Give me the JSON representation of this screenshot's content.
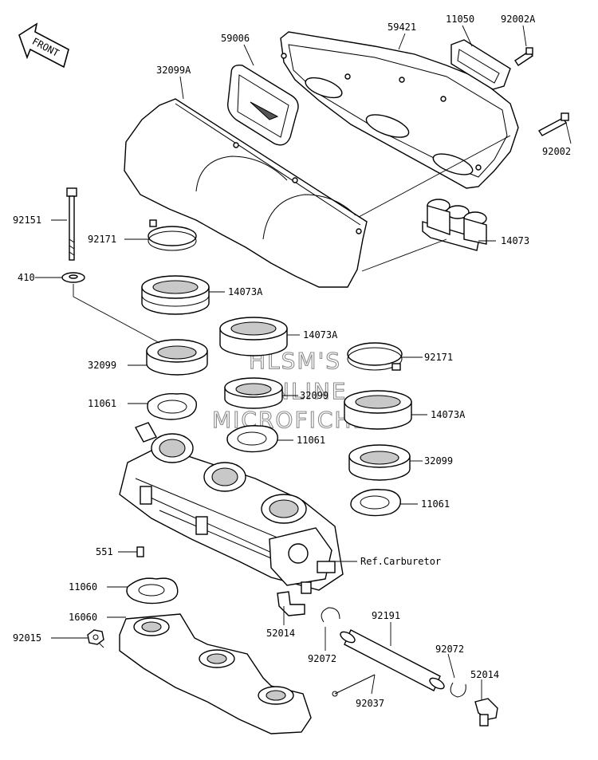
{
  "front_arrow": {
    "label": "FRONT"
  },
  "watermark": {
    "lines": [
      "HLSM'S",
      "ONLINE",
      "MICROFICHE"
    ]
  },
  "callouts": {
    "c11050": "11050",
    "c92002A": "92002A",
    "c59006": "59006",
    "c59421": "59421",
    "c32099A": "32099A",
    "c92002": "92002",
    "c92151": "92151",
    "c92171a": "92171",
    "c14073": "14073",
    "c410": "410",
    "c14073Aa": "14073A",
    "c14073Ab": "14073A",
    "c92171b": "92171",
    "c32099a": "32099",
    "c32099b": "32099",
    "c11061a": "11061",
    "c14073Ac": "14073A",
    "c11061b": "11061",
    "c32099c": "32099",
    "c11061c": "11061",
    "cRef": "Ref.Carburetor",
    "c551": "551",
    "c11060": "11060",
    "c16060": "16060",
    "c92191": "92191",
    "c92015": "92015",
    "c52014a": "52014",
    "c92072a": "92072",
    "c92072b": "92072",
    "c52014b": "52014",
    "c92037": "92037"
  }
}
